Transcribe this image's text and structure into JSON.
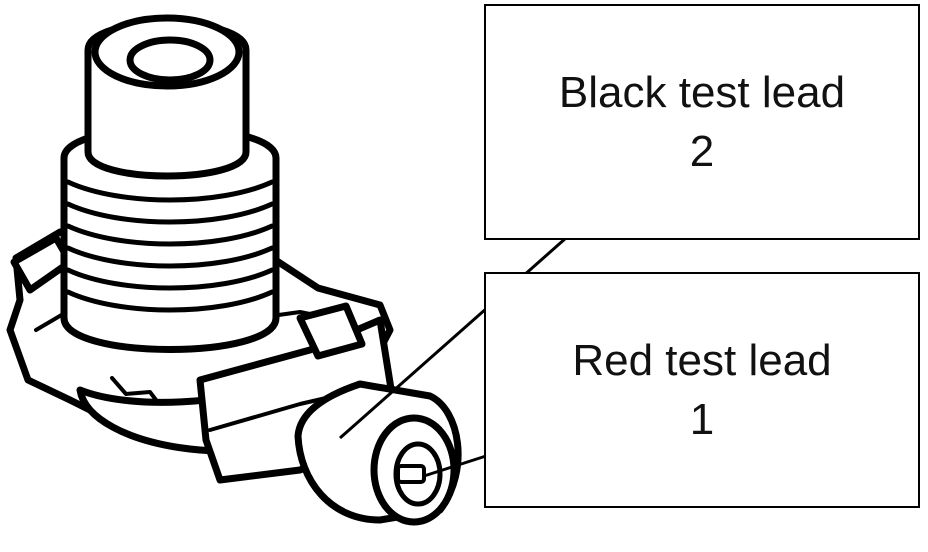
{
  "callouts": {
    "black": {
      "line1": "Black test lead",
      "line2": "2"
    },
    "red": {
      "line1": "Red test lead",
      "line2": "1"
    }
  },
  "colors": {
    "ink": "#000000",
    "paper": "#ffffff"
  }
}
